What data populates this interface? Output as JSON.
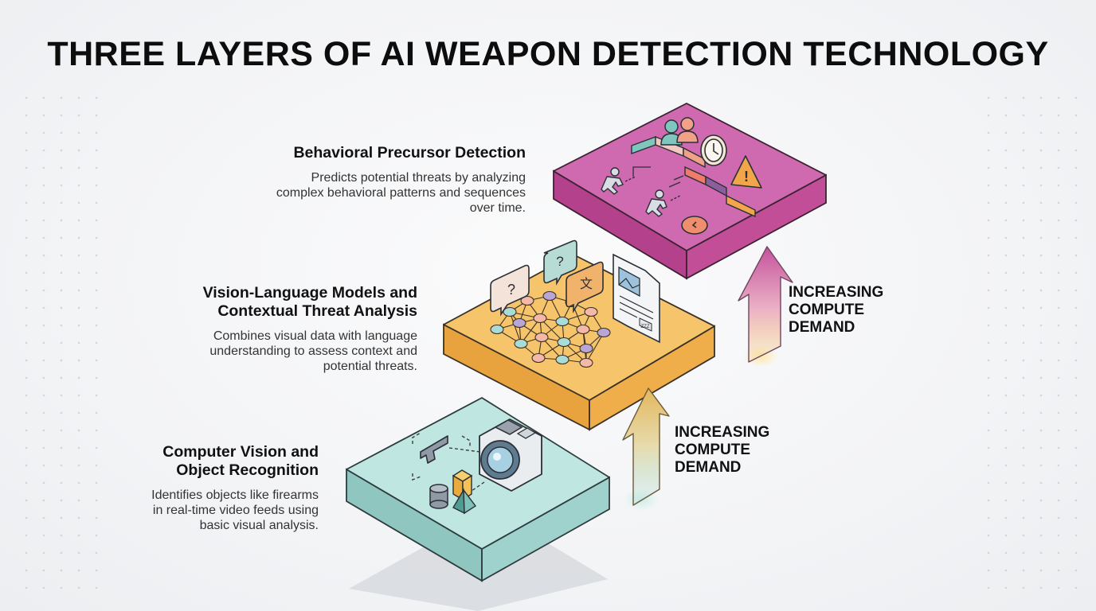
{
  "title": "THREE LAYERS OF AI WEAPON DETECTION TECHNOLOGY",
  "layers": [
    {
      "id": "behavioral",
      "heading": "Behavioral Precursor Detection",
      "body": "Predicts potential threats by analyzing\ncomplex behavioral patterns and sequences\nover time.",
      "color": "#c4539d"
    },
    {
      "id": "vision-language",
      "heading": "Vision-Language Models and\nContextual Threat Analysis",
      "body": "Combines visual data with language\nunderstanding to assess context and\npotential threats.",
      "color": "#f2b452"
    },
    {
      "id": "computer-vision",
      "heading": "Computer Vision and\nObject Recognition",
      "body": "Identifies objects like firearms\nin real-time video feeds using\nbasic visual analysis.",
      "color": "#a9dcd6"
    }
  ],
  "arrows": {
    "upper_label": "INCREASING\nCOMPUTE\nDEMAND",
    "lower_label": "INCREASING\nCOMPUTE\nDEMAND"
  },
  "icons": {
    "top": [
      "people-icon",
      "timeline-icon",
      "clock-icon",
      "warning-icon",
      "running-figure-icon",
      "timer-icon"
    ],
    "middle": [
      "question-bubble-icon",
      "translate-bubble-icon",
      "neural-network-icon",
      "document-image-icon"
    ],
    "bottom": [
      "handgun-icon",
      "camera-icon",
      "cylinder-icon",
      "cube-icon",
      "pyramid-icon"
    ]
  },
  "document_badge": "ZZZ",
  "colors": {
    "magenta": "#c4539d",
    "orange": "#f2b452",
    "teal": "#a9dcd6"
  }
}
